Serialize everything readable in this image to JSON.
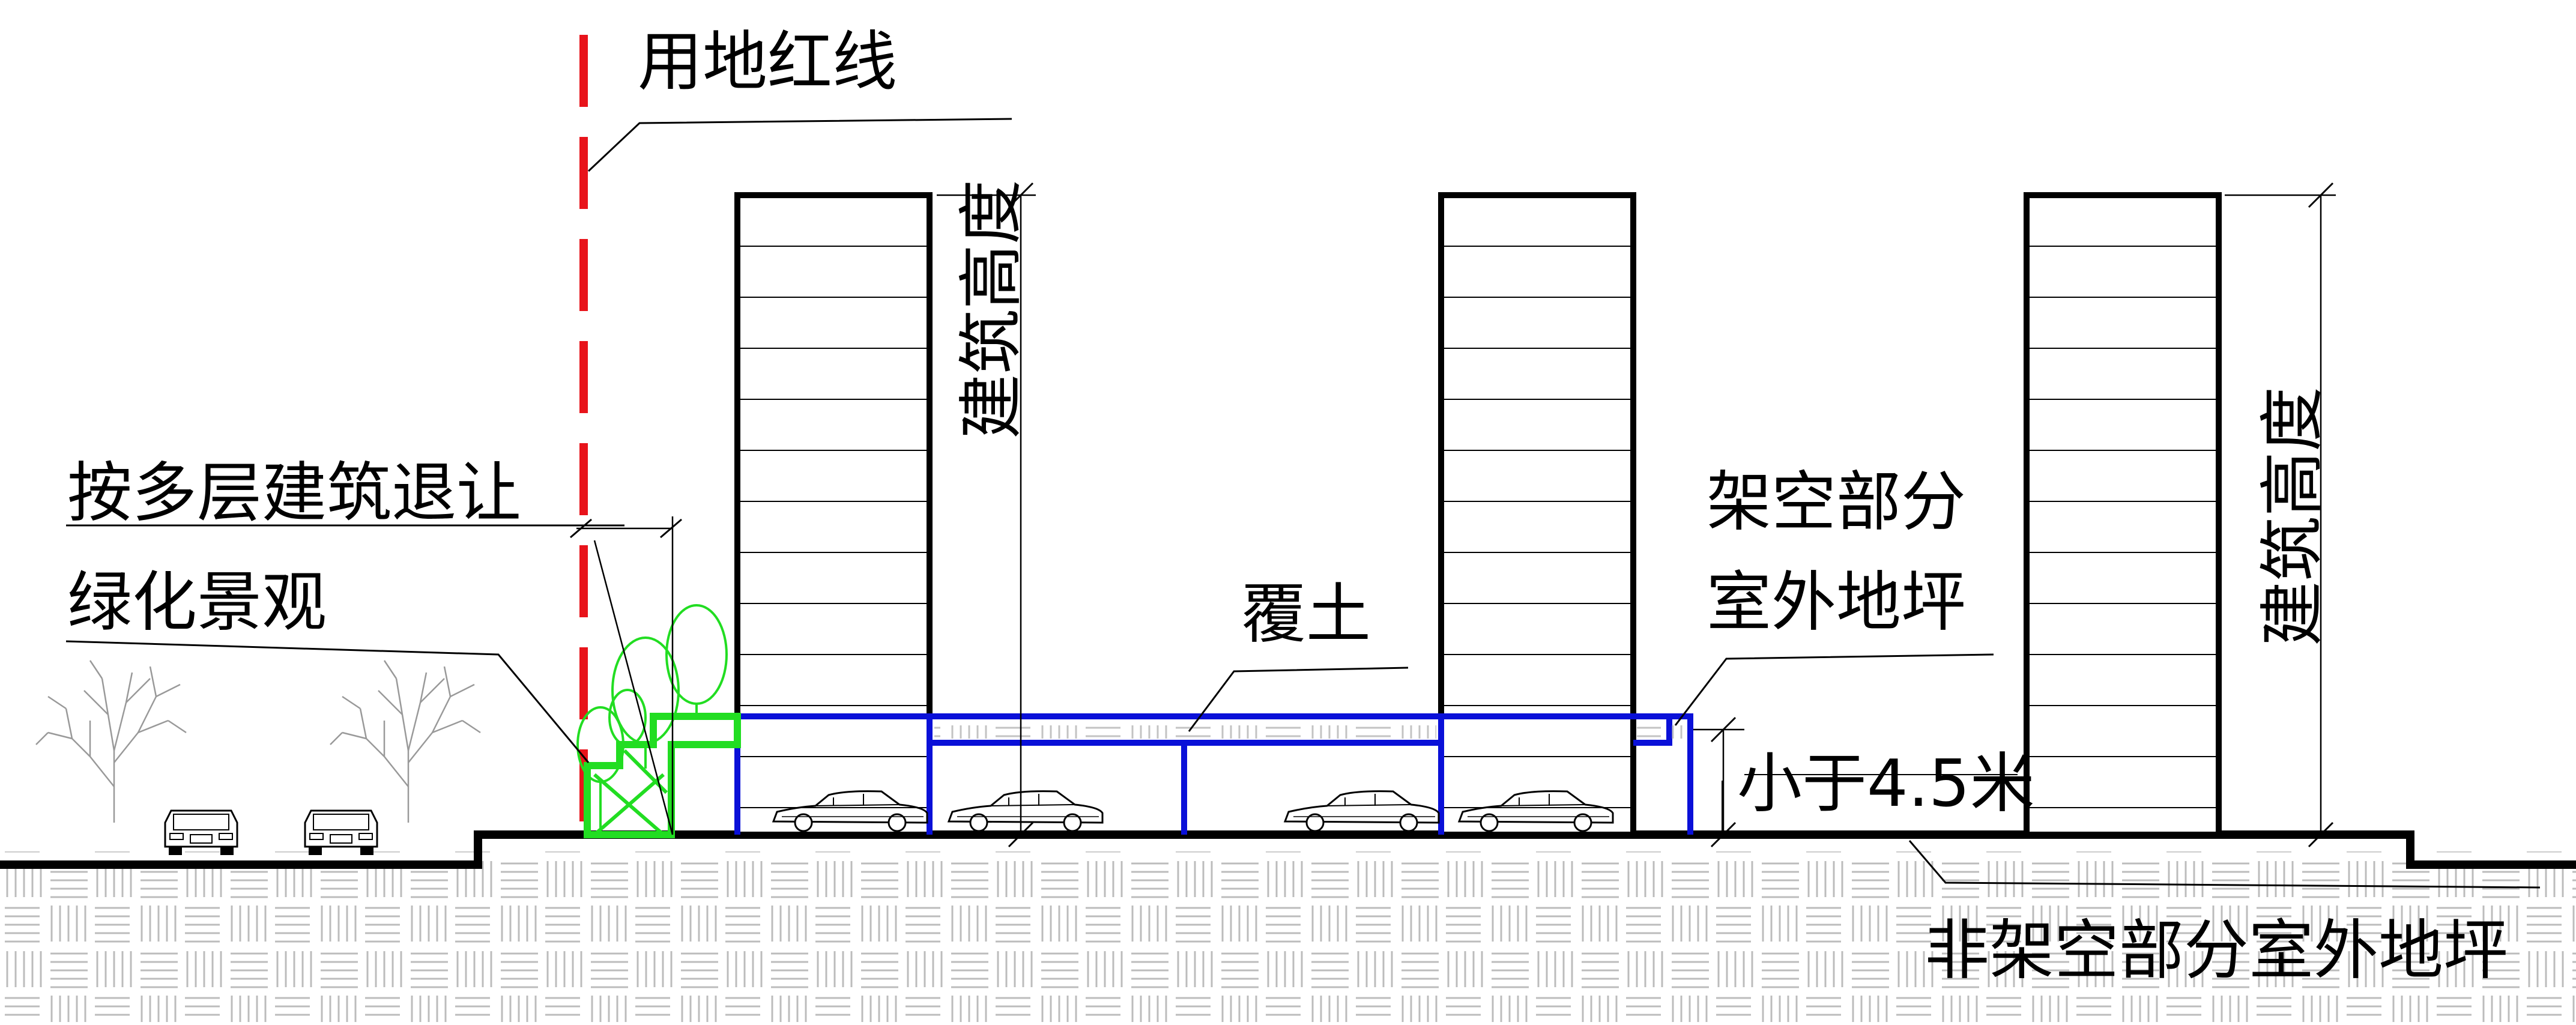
{
  "labels": {
    "red_line": "用地红线",
    "setback": "按多层建筑退让",
    "landscape": "绿化景观",
    "building_height_1": "建筑高度",
    "building_height_2": "建筑高度",
    "soil_cover": "覆土",
    "stilt_ground_line1": "架空部分",
    "stilt_ground_line2": "室外地坪",
    "under_height": "小于4.5米",
    "non_stilt_ground": "非架空部分室外地坪"
  },
  "colors": {
    "red_line": "#e8141b",
    "podium": "#0a10d8",
    "greenery": "#22dd22",
    "ink": "#000000",
    "hatch": "#bcbcbc"
  }
}
